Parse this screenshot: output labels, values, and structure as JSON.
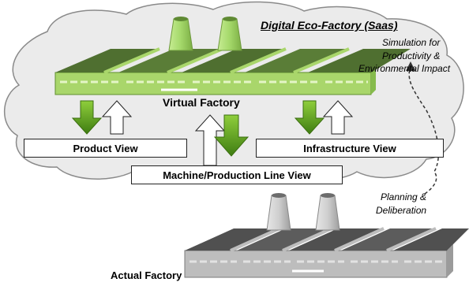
{
  "title": "Digital Eco-Factory (Saas)",
  "simulation_note": [
    "Simulation for",
    "Productivity &",
    "Environmental Impact"
  ],
  "virtual_factory_label": "Virtual Factory",
  "views": {
    "product": "Product View",
    "infrastructure": "Infrastructure View",
    "machine_line": "Machine/Production Line View"
  },
  "planning_note": [
    "Planning &",
    "Deliberation"
  ],
  "actual_factory_label": "Actual Factory",
  "colors": {
    "cloud_fill": "#ebebeb",
    "virtual_roof": "#5e7f3a",
    "virtual_wall": "#a9d66b",
    "virtual_chimney": "#a7d76e",
    "arrow_green": "#5c9b1e",
    "actual_roof": "#555555",
    "actual_wall": "#bdbdbd",
    "actual_chimney": "#c9c9c9"
  }
}
